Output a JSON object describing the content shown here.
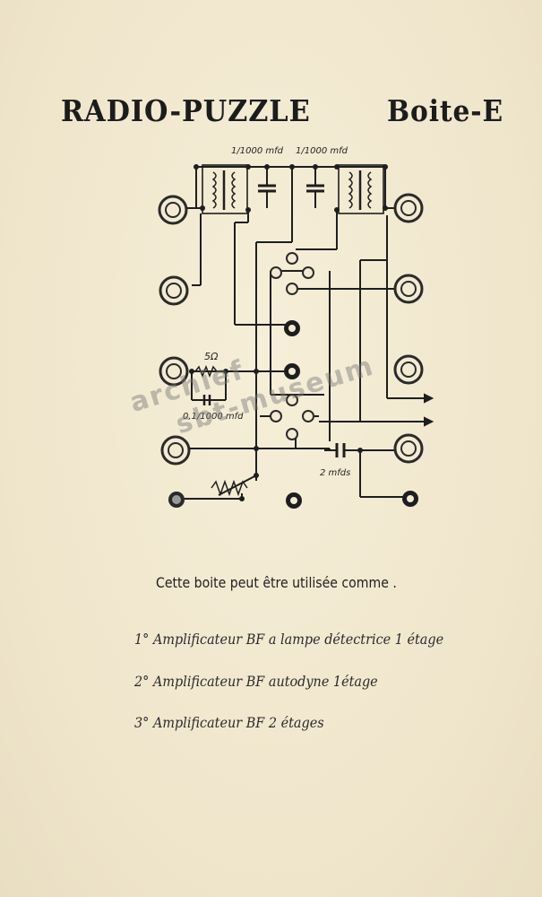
{
  "title": {
    "main": "RADIO-PUZZLE",
    "box": "Boite-E"
  },
  "schematic": {
    "capacitor_label_1": "1/1000 mfd",
    "capacitor_label_2": "1/1000 mfd",
    "resistor_label": "5Ω",
    "capacitor_label_3": "0,1/1000 mfd",
    "capacitor_label_4": "2 mfds"
  },
  "watermark": {
    "line1": "archief",
    "line2": "sbt-museum"
  },
  "subtitle": "Cette boite peut être utilisée comme .",
  "usages": [
    "1° Amplificateur BF a lampe détectrice 1 étage",
    "2° Amplificateur BF autodyne 1étage",
    "3° Amplificateur BF 2 étages"
  ],
  "colors": {
    "paper": "#f2ead3",
    "ink": "#1c1c1c",
    "watermark": "#808080"
  }
}
